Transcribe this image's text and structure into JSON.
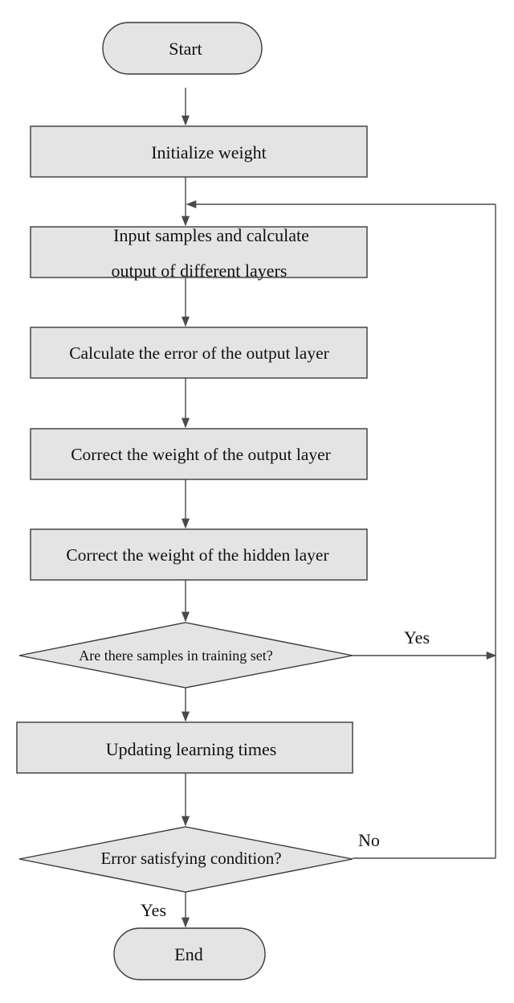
{
  "nodes": {
    "start": "Start",
    "init_weight": "Initialize weight",
    "input_samples_line1": "Input samples and calculate",
    "input_samples_line2": "output of different layers",
    "calc_error": "Calculate the error of the output layer",
    "correct_output": "Correct the weight of the output layer",
    "correct_hidden": "Correct the weight of the hidden layer",
    "decision_samples": "Are there samples in training set?",
    "update_times": "Updating learning times",
    "decision_error": "Error satisfying condition?",
    "end": "End"
  },
  "edge_labels": {
    "samples_yes": "Yes",
    "error_no": "No",
    "error_yes": "Yes"
  }
}
